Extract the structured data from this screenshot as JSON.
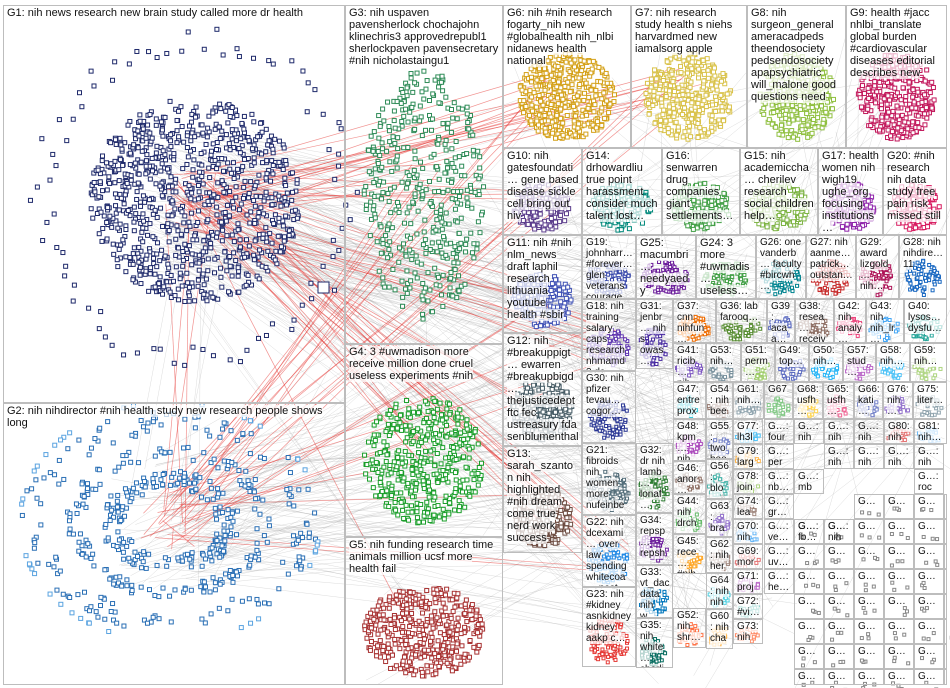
{
  "groups": [
    {
      "id": "G1",
      "label": "G1: nih news research new brain study called more dr health",
      "color": "#1f2a6b"
    },
    {
      "id": "G2",
      "label": "G2: nih nihdirector #nih health study new research people shows long",
      "color": "#2a6fb5"
    },
    {
      "id": "G3",
      "label": "G3: nih uspaven pavensherlock chochajohn klinechris3 approvedrepubl1 sherlockpaven pavensecretary #nih nicholastaingu1",
      "color": "#2e8b57"
    },
    {
      "id": "G4",
      "label": "G4: 3 #uwmadison more receive million done cruel useless experiments #nih",
      "color": "#1a9e2a"
    },
    {
      "id": "G5",
      "label": "G5: nih funding research time animals million ucsf more health fail",
      "color": "#a83232"
    },
    {
      "id": "G6",
      "label": "G6: nih #nih research fogarty_nih new #globalhealth nih_nlbi nidanews health national",
      "color": "#d4a017"
    },
    {
      "id": "G7",
      "label": "G7: nih research study health s niehs harvardmed new iamalsorg apple",
      "color": "#d9c24a"
    },
    {
      "id": "G8",
      "label": "G8: nih surgeon_general ameracadpeds theendosociety pedsendosociety apapsychiatric will_malone good questions need",
      "color": "#8fbf3f"
    },
    {
      "id": "G9",
      "label": "G9: health #jacc nhlbi_translate global burden #cardiovascular diseases editorial describes new",
      "color": "#c2185b"
    },
    {
      "id": "G10",
      "label": "G10: nih gatesfoundati… gene based disease sickle cell bring out hiv",
      "color": "#5b3c8c"
    },
    {
      "id": "G11",
      "label": "G11: nih #nih nlm_news draft laphil research lithuania youtube health #sbir",
      "color": "#3f51b5"
    },
    {
      "id": "G12",
      "label": "G12: nih #breakuppigt… ewarren #breakupbigd… thejusticedept ftc fec ustreasury fda senblumenthal",
      "color": "#455a64"
    },
    {
      "id": "G13",
      "label": "G13: sarah_szanton nih highlighted #nih dream come true nerd work success",
      "color": "#6d4c41"
    },
    {
      "id": "G14",
      "label": "G14: drhowardliu true point harassment consider much talent lost…",
      "color": "#00897b"
    },
    {
      "id": "G15",
      "label": "G15: nih academiccha… cherilev research social children help…",
      "color": "#7cb342"
    },
    {
      "id": "G16",
      "label": "G16: senwarren drug companies giant settlements…",
      "color": "#43a047"
    },
    {
      "id": "G17",
      "label": "G17: health women nih wigh19 ughe_org focusing institutions…",
      "color": "#8e24aa"
    },
    {
      "id": "G18",
      "label": "G18: nih training salary caps research nhmamd 3 dc…",
      "color": "#5e35b1"
    },
    {
      "id": "G19",
      "label": "G19: johnharr… #forever… glen veterans courage sacrifice…",
      "color": "#3949ab"
    },
    {
      "id": "G20",
      "label": "G20: #nih research nih data study free pain risk missed still",
      "color": "#d81b60"
    },
    {
      "id": "G21",
      "label": "G21: fibroids nih women more nufeinbe…",
      "color": "#546e7a"
    },
    {
      "id": "G22",
      "label": "G22: nih dcexami… over law spending whitecoa… past 25…",
      "color": "#1e88e5"
    },
    {
      "id": "G23",
      "label": "G23: nih #kidney asnkidney kidney aakp c…",
      "color": "#e53935"
    },
    {
      "id": "G24",
      "label": "G24: 3 more #uwmadis… useless…",
      "color": "#43a047"
    },
    {
      "id": "G25",
      "label": "G25: macumbri… needyaedy laughland…",
      "color": "#6a1b9a"
    },
    {
      "id": "G26",
      "label": "G26: one vanderb… faculty #bircwh…",
      "color": "#00838f"
    },
    {
      "id": "G27",
      "label": "G27: nih aanme… patrick… outstan…",
      "color": "#c62828"
    },
    {
      "id": "G28",
      "label": "G28: nih nihdire… 11",
      "color": "#1565c0"
    },
    {
      "id": "G29",
      "label": "G29: award lizgold… nih…",
      "color": "#ad1457"
    },
    {
      "id": "G30",
      "label": "G30: nih pfizer tevau… cogor…",
      "color": "#283593"
    },
    {
      "id": "G31",
      "label": "G31: jenbr… nih s owas… more…",
      "color": "#4527a0"
    },
    {
      "id": "G32",
      "label": "G32: dr nih lamb… lonaf…",
      "color": "#2e7d32"
    },
    {
      "id": "G33",
      "label": "G33: vt_dac data nih w…",
      "color": "#0277bd"
    },
    {
      "id": "G34",
      "label": "G34: repsp… repsh… nih…",
      "color": "#6a1b9a"
    },
    {
      "id": "G35",
      "label": "G35: nih white… charli…",
      "color": "#00695c"
    },
    {
      "id": "G36",
      "label": "G36: lab farooq…",
      "color": "#558b2f"
    },
    {
      "id": "G37",
      "label": "G37: cnn nihfun…",
      "color": "#ef6c00"
    },
    {
      "id": "G38",
      "label": "G38: resea… receiv…",
      "color": "#8d6e63"
    },
    {
      "id": "G39",
      "label": "G39: acaa… nih…",
      "color": "#5c6bc0"
    },
    {
      "id": "G40",
      "label": "G40: lysos… dysfu…",
      "color": "#26a69a"
    },
    {
      "id": "G41",
      "label": "G41: ricib… nih…",
      "color": "#7e57c2"
    },
    {
      "id": "G42",
      "label": "G42: nih analy…",
      "color": "#ec407a"
    },
    {
      "id": "G43",
      "label": "G43: nih nih_lr…",
      "color": "#42a5f5"
    },
    {
      "id": "G44",
      "label": "G44: nih drch…",
      "color": "#66bb6a"
    },
    {
      "id": "G45",
      "label": "G45: rece… #nih…",
      "color": "#ffa726"
    },
    {
      "id": "G46",
      "label": "G46: anor… hero…",
      "color": "#8d6e63"
    },
    {
      "id": "G47",
      "label": "G47: entre prox…",
      "color": "#26c6da"
    },
    {
      "id": "G48",
      "label": "G48: kpm… nih…",
      "color": "#ab47bc"
    },
    {
      "id": "G49",
      "label": "G49: top…",
      "color": "#5c6bc0"
    },
    {
      "id": "G50",
      "label": "G50: nih…",
      "color": "#29b6f6"
    },
    {
      "id": "G51",
      "label": "G51: perm…",
      "color": "#9ccc65"
    },
    {
      "id": "G52",
      "label": "G52: nih shr…",
      "color": "#ff7043"
    },
    {
      "id": "G53",
      "label": "G53: nih…",
      "color": "#78909c"
    },
    {
      "id": "G54",
      "label": "G54: nih bee…",
      "color": "#8d6e63"
    },
    {
      "id": "G55",
      "label": "G55: two boo…",
      "color": "#7986cb"
    },
    {
      "id": "G56",
      "label": "G56: blo… nee…",
      "color": "#4db6ac"
    },
    {
      "id": "G57",
      "label": "G57: stud…",
      "color": "#ba68c8"
    },
    {
      "id": "G58",
      "label": "G58: nih…",
      "color": "#4fc3f7"
    },
    {
      "id": "G59",
      "label": "G59: nih…",
      "color": "#aed581"
    },
    {
      "id": "G60",
      "label": "G60: nih cha…",
      "color": "#ffb74d"
    },
    {
      "id": "G61",
      "label": "G61: nih…",
      "color": "#90a4ae"
    },
    {
      "id": "G62",
      "label": "G62: nih her…",
      "color": "#a1887f"
    },
    {
      "id": "G63",
      "label": "G63: bra… citiz…",
      "color": "#9575cd"
    },
    {
      "id": "G64",
      "label": "G64: nih nih…",
      "color": "#4dd0e1"
    },
    {
      "id": "G65",
      "label": "G65: usfh…",
      "color": "#f06292"
    },
    {
      "id": "G66",
      "label": "G66: kati…",
      "color": "#7986cb"
    },
    {
      "id": "G67",
      "label": "G67",
      "color": "#81c784"
    },
    {
      "id": "G68",
      "label": "G68: usfh…",
      "color": "#ffd54f"
    },
    {
      "id": "G69",
      "label": "G69: mor…",
      "color": "#e57373"
    },
    {
      "id": "G70",
      "label": "G70: nih…",
      "color": "#64b5f6"
    },
    {
      "id": "G71",
      "label": "G71: proj…",
      "color": "#ba68c8"
    },
    {
      "id": "G72",
      "label": "G72: #vi…",
      "color": "#4db6ac"
    },
    {
      "id": "G73",
      "label": "G73: nih…",
      "color": "#ff8a65"
    },
    {
      "id": "G74",
      "label": "G74: lea…",
      "color": "#a1887f"
    },
    {
      "id": "G75",
      "label": "G75: liter…",
      "color": "#90a4ae"
    },
    {
      "id": "G76",
      "label": "G76: nih…",
      "color": "#9575cd"
    },
    {
      "id": "G77",
      "label": "G77: lh3l…",
      "color": "#4fc3f7"
    },
    {
      "id": "G78",
      "label": "G78: join…",
      "color": "#aed581"
    },
    {
      "id": "G79",
      "label": "G79: larg…",
      "color": "#ffb74d"
    },
    {
      "id": "G80",
      "label": "G80: nih…",
      "color": "#e57373"
    },
    {
      "id": "G81",
      "label": "G81: nih…",
      "color": "#64b5f6"
    }
  ],
  "grid_tiles": [
    "G…",
    "G…",
    "G…",
    "G…",
    "G…",
    "G…",
    "G…",
    "G…",
    "G…",
    "G…",
    "G…",
    "G…",
    "G…",
    "G…",
    "G…",
    "G…",
    "G…",
    "G…",
    "G…",
    "G…",
    "G…",
    "G…",
    "G…",
    "G…",
    "G…",
    "G…",
    "G…",
    "G…",
    "G…",
    "G…",
    "G…",
    "G…",
    "G…",
    "G…",
    "G…",
    "G…",
    "G…",
    "G…",
    "G…",
    "G…",
    "G…",
    "G…",
    "G…",
    "G…",
    "G…",
    "G…",
    "G…",
    "G…",
    "G…",
    "G…",
    "G…",
    "G…",
    "G…",
    "G…",
    "G…",
    "G…",
    "G…",
    "G…",
    "G…",
    "G…",
    "G…",
    "G…",
    "G…",
    "G…"
  ],
  "extra_tile_labels": {
    "t1": "G…: four…",
    "t2": "G…: nih…",
    "t3": "G…: nih…",
    "t4": "G…: nih…",
    "t5": "G…: nih oia…",
    "t6": "G…: nih woo…",
    "t7": "G…: nih xle…",
    "t8": "G…: nih gr…",
    "t9": "G…: roc…",
    "t10": "G…: per…",
    "t11": "G…: nb…",
    "t12": "G…: gr…",
    "t13": "G…: he…",
    "t14": "G…: fb…",
    "t15": "G…: nih…",
    "t16": "G…: uv…",
    "t17": "G…: mb…",
    "t18": "G…: ve…"
  }
}
